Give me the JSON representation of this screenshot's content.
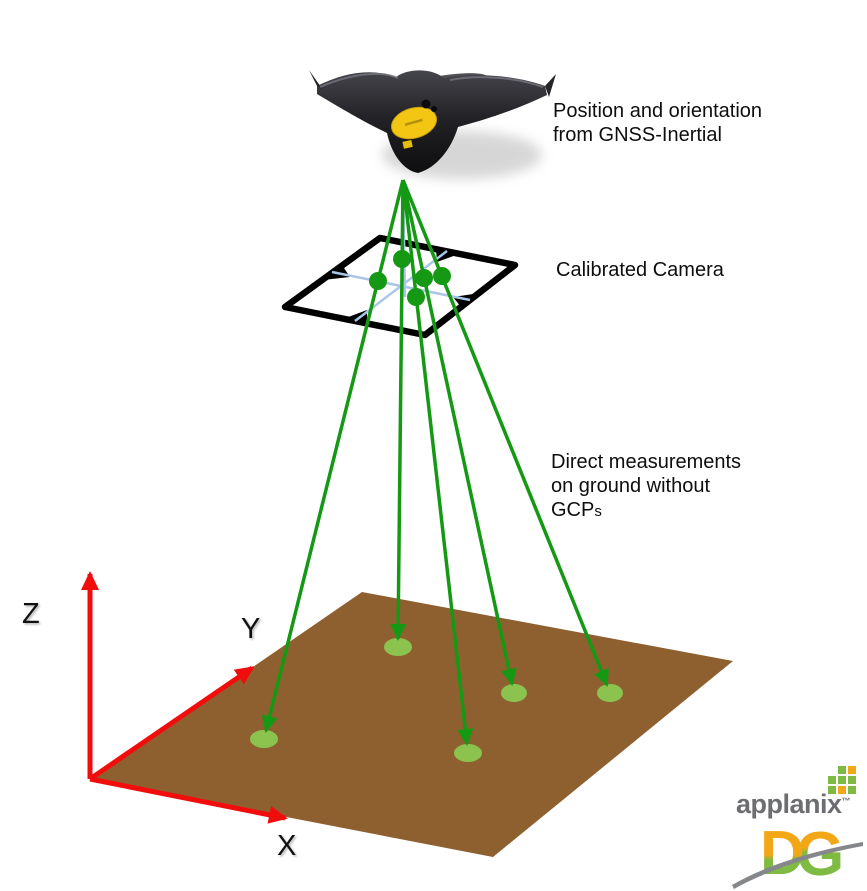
{
  "labels": {
    "caption_drone_line1": "Position and orientation",
    "caption_drone_line2": "from GNSS-Inertial",
    "caption_camera": "Calibrated Camera",
    "caption_ground_line1": "Direct measurements",
    "caption_ground_line2": "on ground without",
    "caption_ground_line3_main": "GCP",
    "caption_ground_line3_small": "s",
    "axis_z": "Z",
    "axis_y": "Y",
    "axis_x": "X"
  },
  "logos": {
    "applanix_wordmark": "applanix",
    "applanix_trademark": "™",
    "dg_letter_d": "D",
    "dg_letter_g": "G"
  },
  "colors": {
    "ray_green": "#159915",
    "marker_green": "#8cc24e",
    "ground_brown": "#8e6030",
    "axis_red": "#f20d0d",
    "camera_frame": "#000000",
    "crosshair_blue": "#a9c6e8",
    "caption_text": "#0e0e0e",
    "applanix_gray": "#6d6e71",
    "logo_orange": "#f2a716",
    "logo_green": "#7fba42",
    "swoosh_gray": "#85878a"
  }
}
